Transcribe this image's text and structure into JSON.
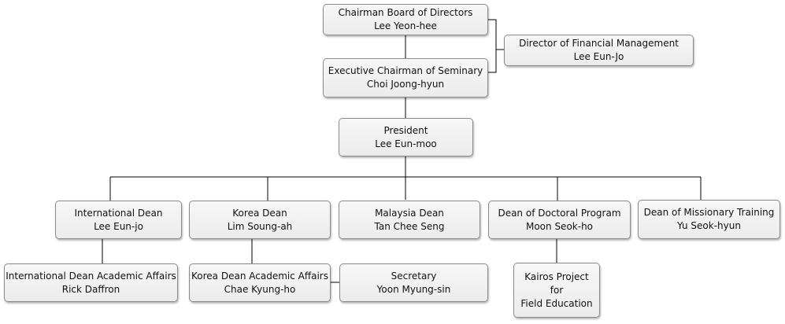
{
  "nodes": {
    "chairman": {
      "title": "Chairman Board of Directors",
      "name": "Lee Yeon-hee"
    },
    "financial": {
      "title": "Director of Financial Management",
      "name": "Lee Eun-Jo"
    },
    "executive": {
      "title": "Executive Chairman of Seminary",
      "name": "Choi Joong-hyun"
    },
    "president": {
      "title": "President",
      "name": "Lee Eun-moo"
    },
    "intl_dean": {
      "title": "International Dean",
      "name": "Lee Eun-jo"
    },
    "korea_dean": {
      "title": "Korea Dean",
      "name": "Lim Soung-ah"
    },
    "malaysia_dean": {
      "title": "Malaysia Dean",
      "name": "Tan Chee Seng"
    },
    "doctoral_dean": {
      "title": "Dean of Doctoral Program",
      "name": "Moon Seok-ho"
    },
    "missionary_dean": {
      "title": "Dean of Missionary Training",
      "name": "Yu Seok-hyun"
    },
    "intl_academic": {
      "title": "International Dean Academic Affairs",
      "name": "Rick Daffron"
    },
    "korea_academic": {
      "title": "Korea Dean Academic Affairs",
      "name": "Chae Kyung-ho"
    },
    "secretary": {
      "title": "Secretary",
      "name": "Yoon Myung-sin"
    },
    "kairos": {
      "line1": "Kairos Project",
      "line2": "for",
      "line3": "Field Education"
    }
  }
}
